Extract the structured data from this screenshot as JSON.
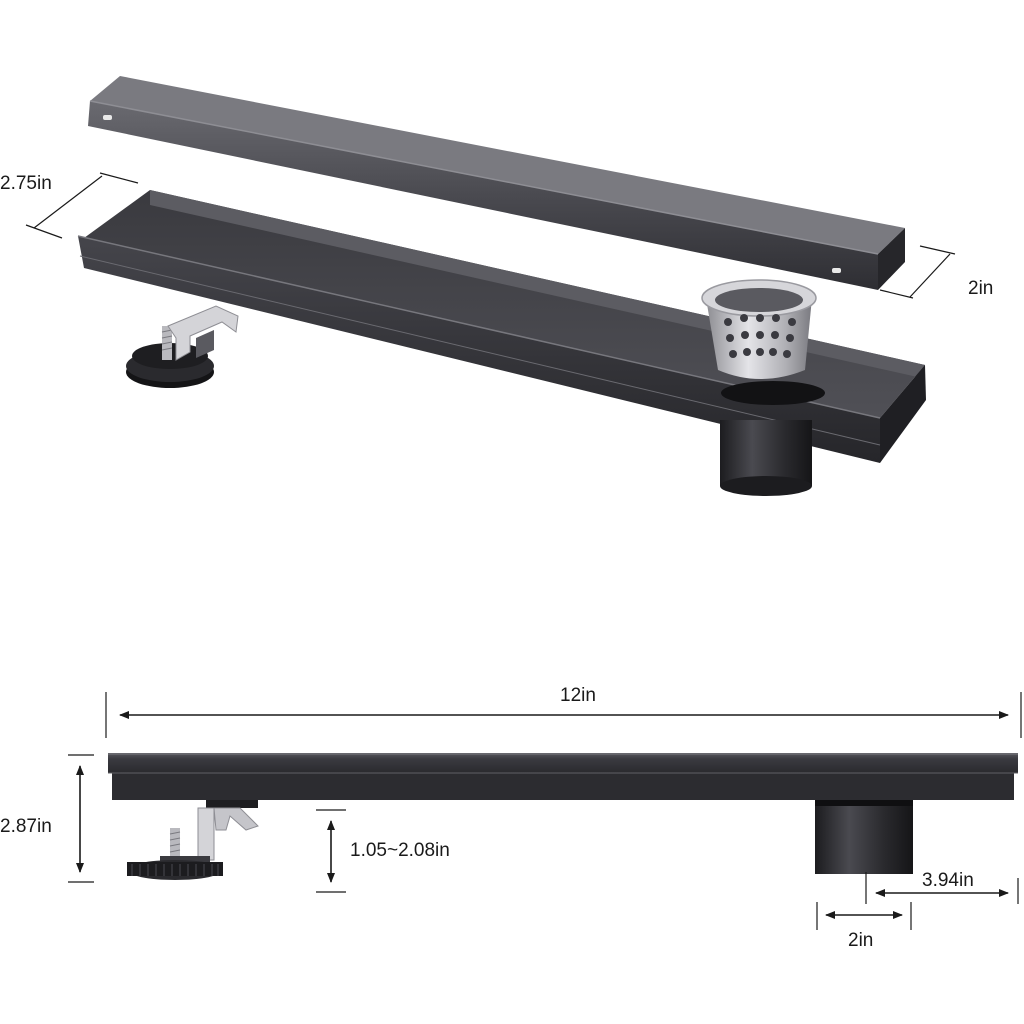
{
  "dimensions": {
    "grate_depth": "2.75in",
    "grate_height": "2in",
    "length": "12in",
    "total_height": "2.87in",
    "leg_adjust_range": "1.05~2.08in",
    "outlet_offset": "3.94in",
    "outlet_diameter": "2in"
  },
  "colors": {
    "body_dark": "#2b2b2e",
    "body_mid": "#4a4a4f",
    "body_light": "#6b6b70",
    "steel": "#c8c8cc",
    "dimension_line": "#1a1a1a"
  }
}
